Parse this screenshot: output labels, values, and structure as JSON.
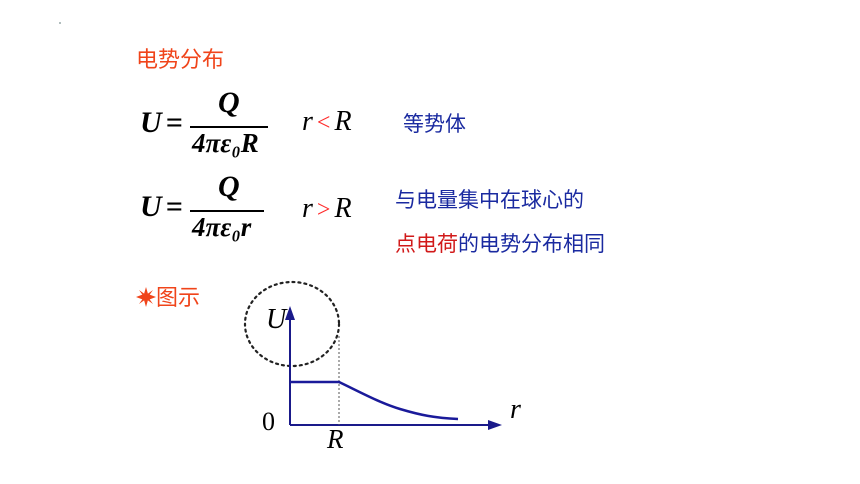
{
  "section_title": "电势分布",
  "formula1": {
    "lhs": "U",
    "equals": "=",
    "numerator": "Q",
    "denominator": "4πε₀R",
    "condition_var": "r",
    "condition_op": "<",
    "condition_rhs": "R",
    "note": "等势体"
  },
  "formula2": {
    "lhs": "U",
    "equals": "=",
    "numerator": "Q",
    "denominator": "4πε₀r",
    "condition_var": "r",
    "condition_op": ">",
    "condition_rhs": "R",
    "note_line1": "与电量集中在球心的",
    "note_line2_red": "点电荷",
    "note_line2_rest": "的电势分布相同"
  },
  "diagram_title": "图示",
  "bullet_icon": "star-burst-icon",
  "graph": {
    "y_axis_label": "U",
    "x_axis_label": "r",
    "origin_label": "0",
    "marker_label": "R"
  },
  "colors": {
    "heading": "#f0441a",
    "note_blue": "#1a2aa0",
    "note_red": "#d11a1a",
    "condition_op": "#ff2a2a",
    "curve": "#1a1a9a"
  }
}
